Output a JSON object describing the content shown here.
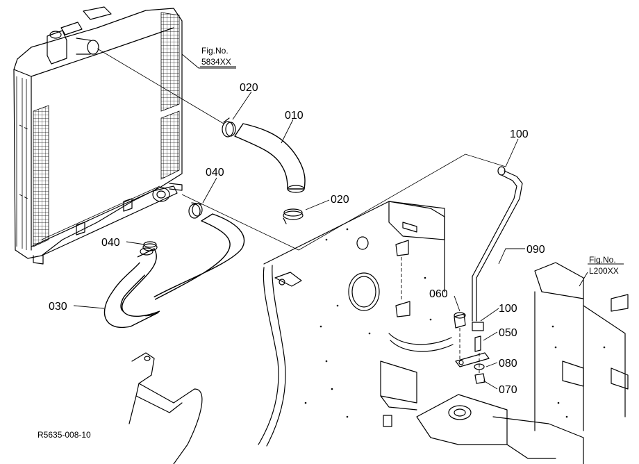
{
  "parts": {
    "p010": "010",
    "p020a": "020",
    "p020b": "020",
    "p030": "030",
    "p040a": "040",
    "p040b": "040",
    "p050": "050",
    "p060": "060",
    "p070": "070",
    "p080": "080",
    "p090": "090",
    "p100a": "100",
    "p100b": "100"
  },
  "references": {
    "radiator": {
      "line1": "Fig.No.",
      "line2": "5834XX"
    },
    "frame": {
      "line1": "Fig.No.",
      "line2": "L200XX"
    }
  },
  "drawing_code": "R5635-008-10"
}
